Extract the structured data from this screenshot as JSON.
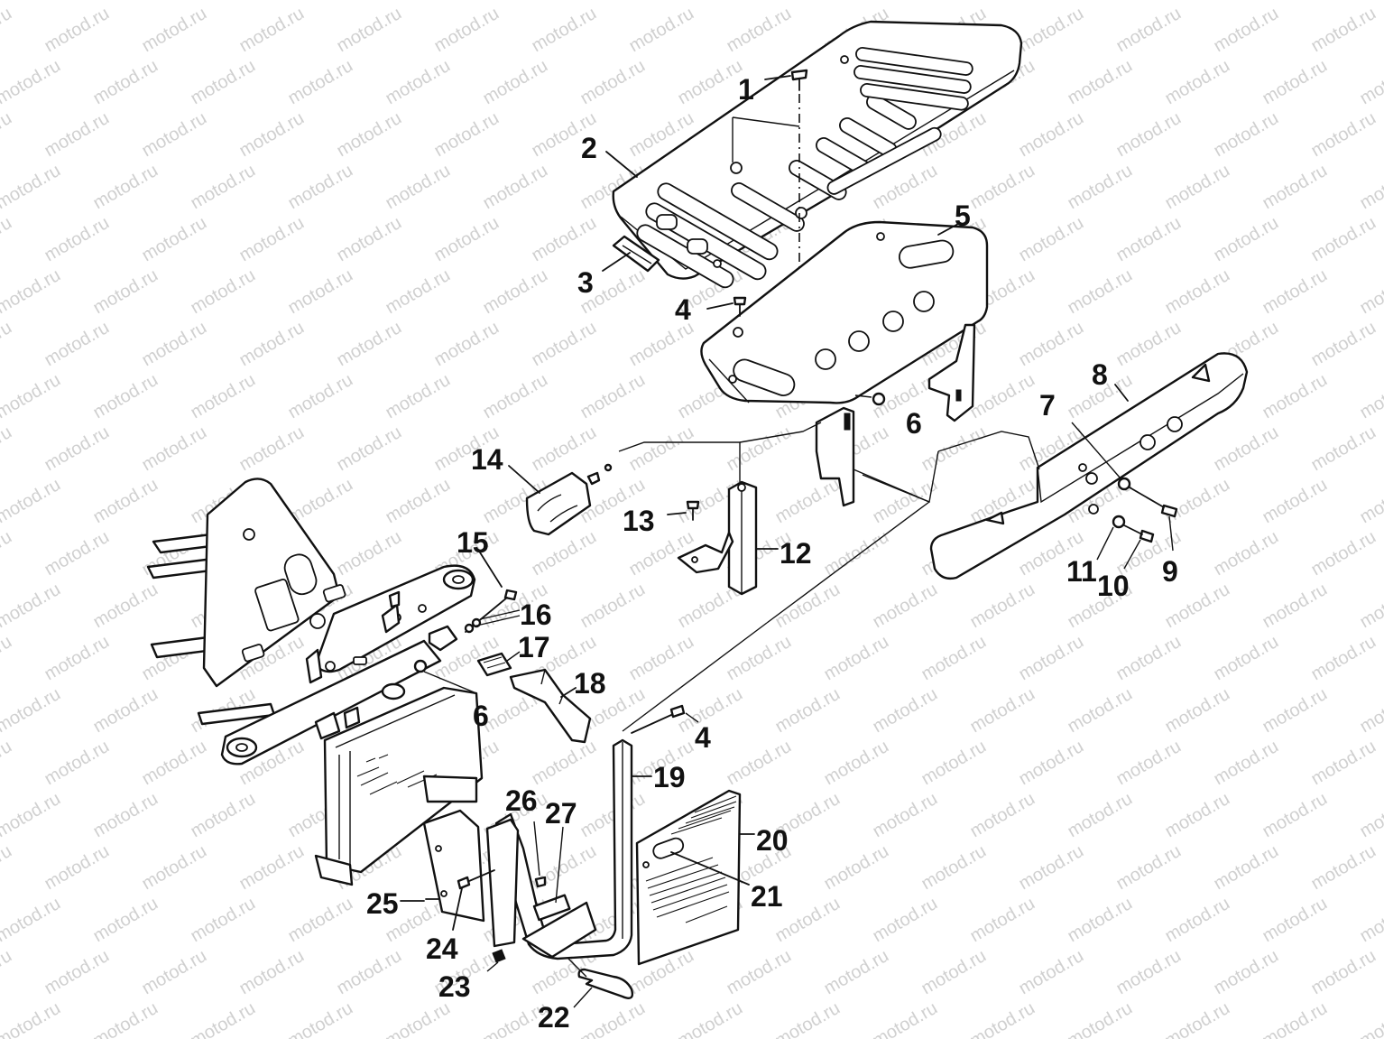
{
  "watermark": {
    "text": "motod.ru"
  },
  "callouts": {
    "c1": "1",
    "c2": "2",
    "c3": "3",
    "c4a": "4",
    "c4b": "4",
    "c5": "5",
    "c6a": "6",
    "c6b": "6",
    "c7": "7",
    "c8": "8",
    "c9": "9",
    "c10": "10",
    "c11": "11",
    "c12": "12",
    "c13": "13",
    "c14": "14",
    "c15": "15",
    "c16": "16",
    "c17": "17",
    "c18": "18",
    "c19": "19",
    "c20": "20",
    "c21": "21",
    "c22": "22",
    "c23": "23",
    "c24": "24",
    "c25": "25",
    "c26": "26",
    "c27": "27"
  }
}
